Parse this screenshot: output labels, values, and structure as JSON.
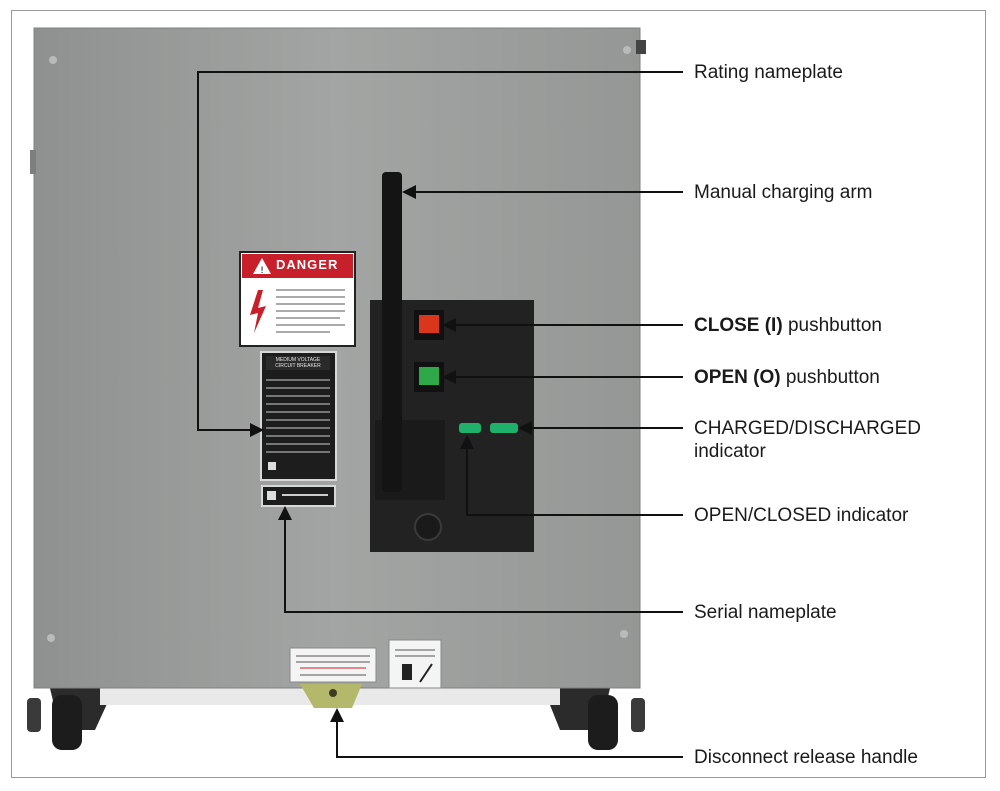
{
  "callouts": {
    "rating_nameplate": "Rating nameplate",
    "manual_charging_arm": "Manual charging arm",
    "close_pushbutton": {
      "strong": "CLOSE (I)",
      "rest": " pushbutton"
    },
    "open_pushbutton": {
      "strong": "OPEN (O)",
      "rest": " pushbutton"
    },
    "charged_indicator": {
      "line1": "CHARGED/DISCHARGED",
      "line2": "indicator"
    },
    "open_closed_indicator": "OPEN/CLOSED indicator",
    "serial_nameplate": "Serial nameplate",
    "disconnect_handle": "Disconnect release handle"
  },
  "equipment": {
    "danger_label": "DANGER",
    "nameplate_title": "MEDIUM VOLTAGE CIRCUIT BREAKER",
    "colors": {
      "panel": "#999b9a",
      "control_box": "#222222",
      "close_button": "#d9361c",
      "open_button": "#2fa84b",
      "indicator": "#1fb06a",
      "danger_red": "#c8202a",
      "handle": "#b4b86a"
    }
  }
}
